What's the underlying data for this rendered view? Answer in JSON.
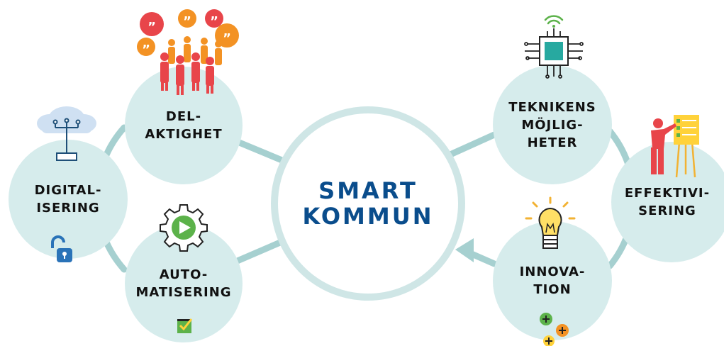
{
  "center": {
    "line1": "SMART",
    "line2": "KOMMUN"
  },
  "nodes": {
    "delaktighet": {
      "line1": "DEL-",
      "line2": "AKTIGHET"
    },
    "digitalisering": {
      "line1": "DIGITAL-",
      "line2": "ISERING"
    },
    "automatisering": {
      "line1": "AUTO-",
      "line2": "MATISERING"
    },
    "teknikens": {
      "line1": "TEKNIKENS",
      "line2": "MÖJLIG-",
      "line3": "HETER"
    },
    "effektivisering": {
      "line1": "EFFEKTIVI-",
      "line2": "SERING"
    },
    "innovation": {
      "line1": "INNOVA-",
      "line2": "TION"
    }
  },
  "icons": {
    "delaktighet": "people-speech-bubbles-icon",
    "digitalisering_top": "cloud-network-icon",
    "digitalisering_bottom": "unlocked-padlock-icon",
    "automatisering_top": "gear-play-icon",
    "automatisering_bottom": "checkbox-icon",
    "teknikens": "wifi-chip-icon",
    "effektivisering": "presenter-board-icon",
    "innovation_top": "lightbulb-icon",
    "innovation_bottom": "plus-circles-icon"
  },
  "colors": {
    "node_fill": "#d6ecec",
    "ring": "#a6d0d0",
    "center_text": "#0a4d8c",
    "label_text": "#111111"
  }
}
